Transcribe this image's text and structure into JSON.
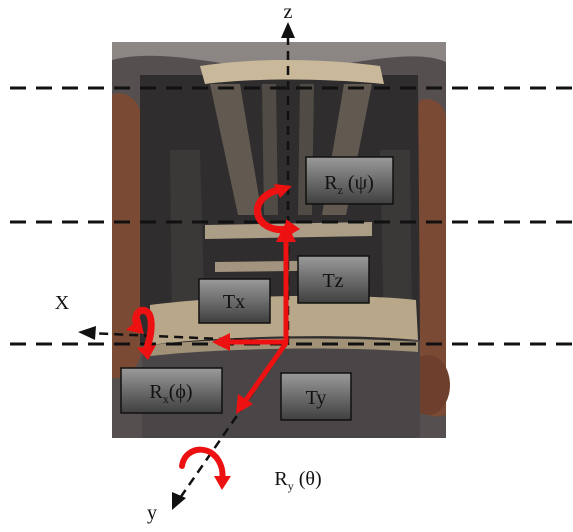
{
  "axes": {
    "z_label": "z",
    "x_label": "X",
    "y_label": "y"
  },
  "boxes": {
    "rz": {
      "name": "R",
      "sub": "z",
      "arg": " (ψ)"
    },
    "tz": {
      "label": "Tz"
    },
    "tx": {
      "label": "Tx"
    },
    "rx": {
      "name": "R",
      "sub": "x",
      "arg": "(ϕ)"
    },
    "ty": {
      "label": "Ty"
    }
  },
  "ry_label": {
    "name": "R",
    "sub": "y",
    "arg": " (θ)"
  },
  "colors": {
    "arrow_red": "#ee1111",
    "box_fill_top": "#8a8a8a",
    "box_fill_bottom": "#4a4a4a",
    "box_stroke": "#111111",
    "dash_line": "#111111",
    "photo_bg": "#7c7572",
    "torso": "#2f2d2e",
    "skin": "#7a4a34"
  },
  "background_image": "photo of a person wearing a back brace (torso front view)"
}
